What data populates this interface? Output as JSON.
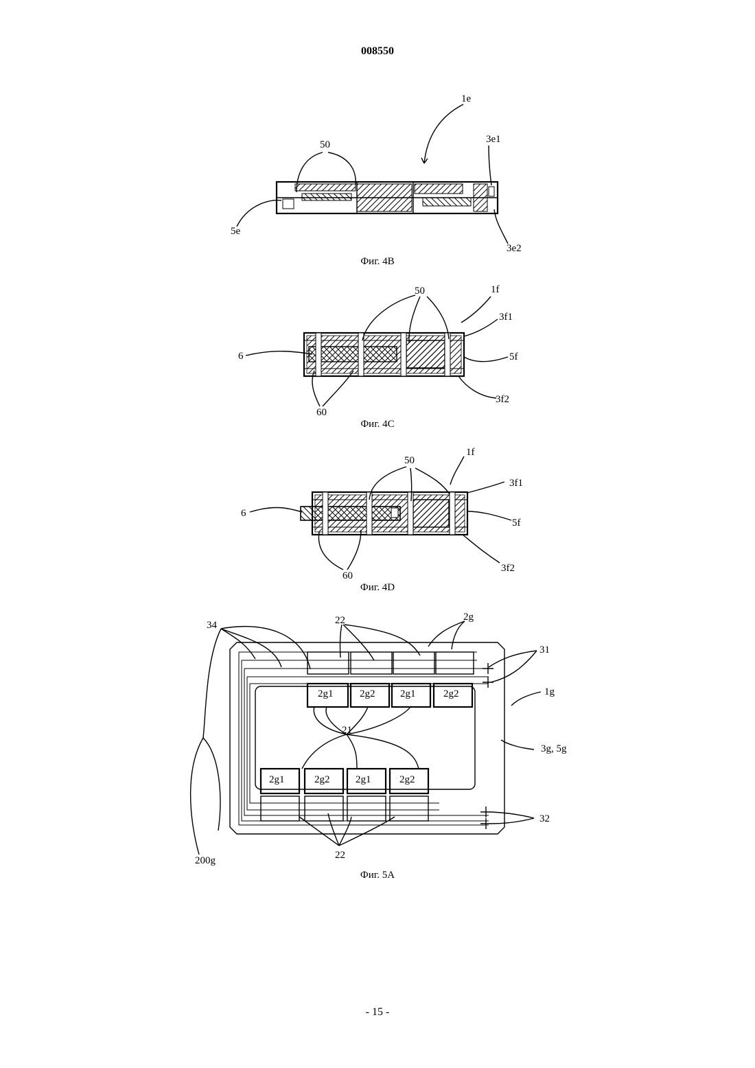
{
  "document": {
    "number": "008550",
    "page_footer": "- 15 -"
  },
  "figures": [
    {
      "caption": "Фиг. 4B",
      "labels": [
        "1e",
        "50",
        "3e1",
        "5e",
        "3e2"
      ]
    },
    {
      "caption": "Фиг. 4C",
      "labels": [
        "50",
        "1f",
        "3f1",
        "6",
        "5f",
        "3f2",
        "60"
      ]
    },
    {
      "caption": "Фиг. 4D",
      "labels": [
        "50",
        "1f",
        "3f1",
        "6",
        "5f",
        "3f2",
        "60"
      ]
    },
    {
      "caption": "Фиг. 5A",
      "labels": [
        "34",
        "22",
        "2g",
        "31",
        "1g",
        "21",
        "3g, 5g",
        "32",
        "22",
        "200g"
      ],
      "chips_top": [
        "2g1",
        "2g2",
        "2g1",
        "2g2"
      ],
      "chips_bottom": [
        "2g1",
        "2g2",
        "2g1",
        "2g2"
      ]
    }
  ]
}
